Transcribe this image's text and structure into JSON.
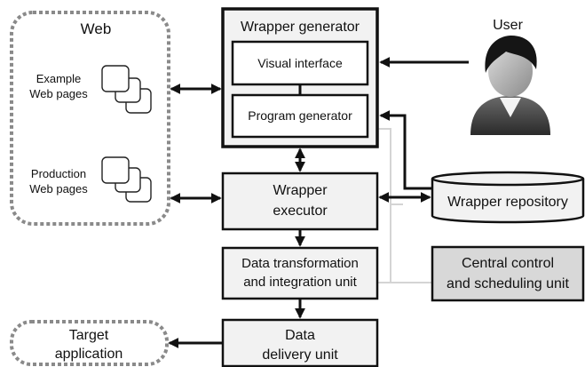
{
  "web": {
    "title": "Web",
    "example_pages": [
      "Example",
      "Web pages"
    ],
    "production_pages": [
      "Production",
      "Web pages"
    ]
  },
  "wrapper_generator": {
    "title": "Wrapper generator",
    "visual_interface": "Visual interface",
    "program_generator": "Program generator"
  },
  "user": {
    "label": "User"
  },
  "wrapper_executor": [
    "Wrapper",
    "executor"
  ],
  "wrapper_repository": "Wrapper repository",
  "data_transformation": [
    "Data transformation",
    "and integration unit"
  ],
  "central_control": [
    "Central control",
    "and scheduling unit"
  ],
  "data_delivery": [
    "Data",
    "delivery unit"
  ],
  "target_application": [
    "Target",
    "application"
  ]
}
